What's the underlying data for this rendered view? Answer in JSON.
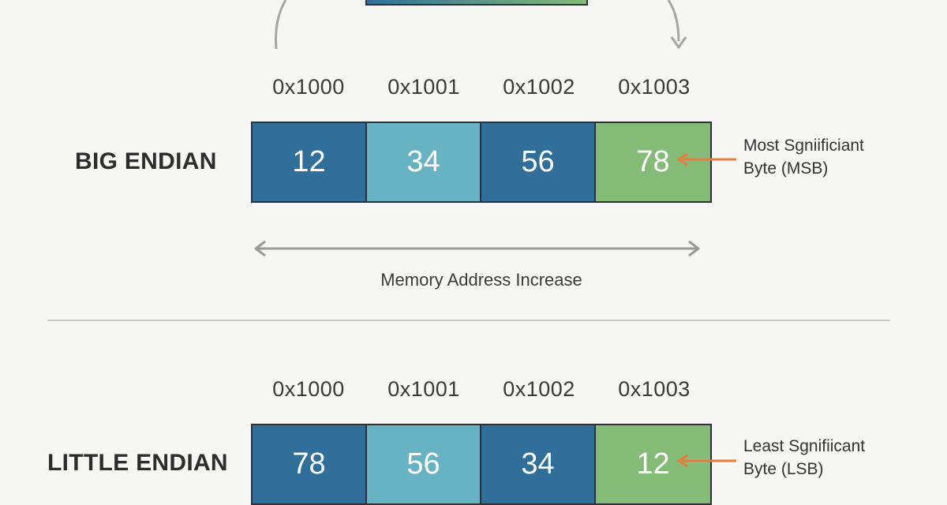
{
  "colors": {
    "dark_blue": "#2f6f99",
    "light_teal": "#67b3c3",
    "green": "#84bb77",
    "arrow_orange": "#e67e3e",
    "arrow_gray": "#9a9a9a"
  },
  "big_endian": {
    "title": "BIG ENDIAN",
    "addresses": [
      "0x1000",
      "0x1001",
      "0x1002",
      "0x1003"
    ],
    "bytes": [
      "12",
      "34",
      "56",
      "78"
    ],
    "note_line1": "Most Sgniificiant",
    "note_line2": "Byte (MSB)"
  },
  "axis": {
    "label": "Memory Address Increase"
  },
  "little_endian": {
    "title": "LITTLE ENDIAN",
    "addresses": [
      "0x1000",
      "0x1001",
      "0x1002",
      "0x1003"
    ],
    "bytes": [
      "78",
      "56",
      "34",
      "12"
    ],
    "note_line1": "Least Sgnifiicant",
    "note_line2": "Byte (LSB)"
  }
}
